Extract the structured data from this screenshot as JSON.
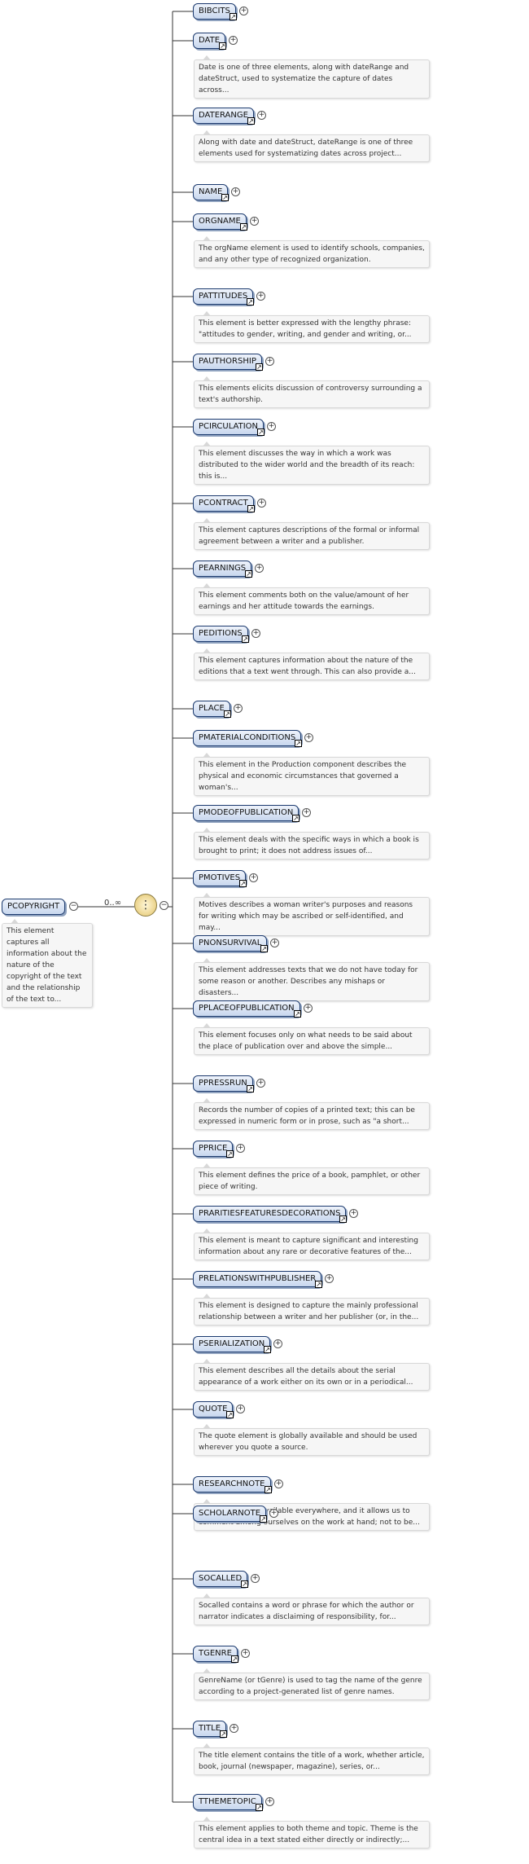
{
  "root": {
    "name": "PCOPYRIGHT",
    "description": "This element captures all information about the nature of the copyright of the text and the relationship of the text to..."
  },
  "cardinality": "0..∞",
  "compositor_icon": "choice-compositor-icon",
  "children": [
    {
      "name": "BIBCITS",
      "description": ""
    },
    {
      "name": "DATE",
      "description": "Date is one of three elements, along with dateRange and dateStruct, used to systematize the capture of dates across..."
    },
    {
      "name": "DATERANGE",
      "description": "Along with date and dateStruct, dateRange is one of three elements used for systematizing dates across project..."
    },
    {
      "name": "NAME",
      "description": ""
    },
    {
      "name": "ORGNAME",
      "description": "The orgName element is used to identify schools, companies, and any other type of recognized organization."
    },
    {
      "name": "PATTITUDES",
      "description": "This element is better expressed with the lengthy phrase: \"attitudes to gender, writing, and gender and writing, or..."
    },
    {
      "name": "PAUTHORSHIP",
      "description": "This elements elicits discussion of controversy surrounding a text's authorship."
    },
    {
      "name": "PCIRCULATION",
      "description": "This element discusses the way in which a work was distributed to the wider world and the breadth of its reach: this is..."
    },
    {
      "name": "PCONTRACT",
      "description": "This element captures descriptions of the formal or informal agreement between a writer and a publisher."
    },
    {
      "name": "PEARNINGS",
      "description": "This element comments both on the value/amount of her earnings and her attitude towards the earnings."
    },
    {
      "name": "PEDITIONS",
      "description": "This element captures information about the nature of the editions that a text went through. This can also provide a..."
    },
    {
      "name": "PLACE",
      "description": ""
    },
    {
      "name": "PMATERIALCONDITIONS",
      "description": "This element in the Production component describes the physical and economic circumstances that governed a woman's..."
    },
    {
      "name": "PMODEOFPUBLICATION",
      "description": "This element deals with the specific ways in which a book is brought to print; it does not address issues of..."
    },
    {
      "name": "PMOTIVES",
      "description": "Motives describes a woman writer's purposes and reasons for writing which may be ascribed or self-identified, and may..."
    },
    {
      "name": "PNONSURVIVAL",
      "description": "This element addresses texts that we do not have today for some reason or another. Describes any mishaps or disasters..."
    },
    {
      "name": "PPLACEOFPUBLICATION",
      "description": "This element focuses only on what needs to be said about the place of publication over and above the simple..."
    },
    {
      "name": "PPRESSRUN",
      "description": "Records the number of copies of a printed text; this can be expressed in numeric form or in prose, such as \"a short..."
    },
    {
      "name": "PPRICE",
      "description": "This element defines the price of a book, pamphlet, or other piece of writing."
    },
    {
      "name": "PRARITIESFEATURESDECORATIONS",
      "description": "This element is meant to capture significant and interesting information about any rare or decorative features of the..."
    },
    {
      "name": "PRELATIONSWITHPUBLISHER",
      "description": "This element is designed to capture the mainly professional relationship between a writer and her publisher (or, in the..."
    },
    {
      "name": "PSERIALIZATION",
      "description": "This element describes all the details about the serial appearance of a work either on its own or in a periodical..."
    },
    {
      "name": "QUOTE",
      "description": "The quote element is globally available and should be used wherever you quote a source."
    },
    {
      "name": "RESEARCHNOTE",
      "description": "ResearchNote is available everywhere, and it allows us to comment among ourselves on the work at hand; not to be..."
    },
    {
      "name": "SCHOLARNOTE",
      "description": ""
    },
    {
      "name": "SOCALLED",
      "description": "Socalled contains a word or phrase for which the author or narrator indicates a disclaiming of responsibility, for..."
    },
    {
      "name": "TGENRE",
      "description": "GenreName (or tGenre) is used to tag the name of the genre according to a project-generated list of genre names."
    },
    {
      "name": "TITLE",
      "description": "The title element contains the title of a work, whether article, book, journal (newspaper, magazine), series, or..."
    },
    {
      "name": "TTHEMETOPIC",
      "description": "This element applies to both theme and topic. Theme is the central idea in a text stated either directly or indirectly;..."
    }
  ]
}
